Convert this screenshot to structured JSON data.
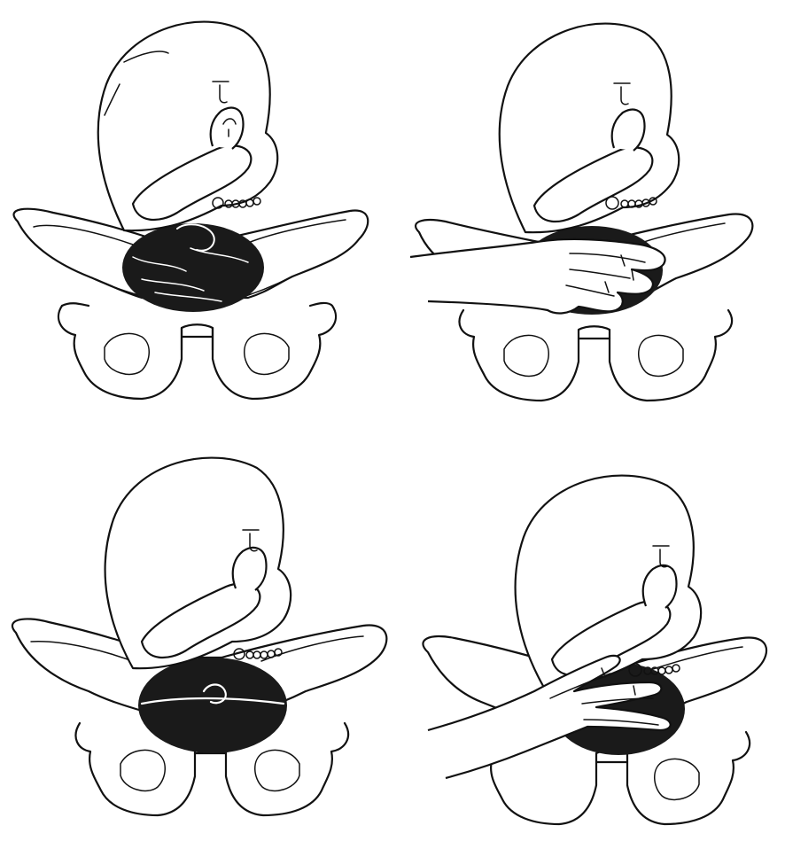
{
  "figure": {
    "panels": [
      {
        "id": "top-left",
        "hand": false
      },
      {
        "id": "top-right",
        "hand": true
      },
      {
        "id": "bottom-left",
        "hand": false
      },
      {
        "id": "bottom-right",
        "hand": true
      }
    ],
    "colors": {
      "ink": "#111111",
      "hair": "#1a1a1a",
      "background": "#ffffff"
    }
  }
}
